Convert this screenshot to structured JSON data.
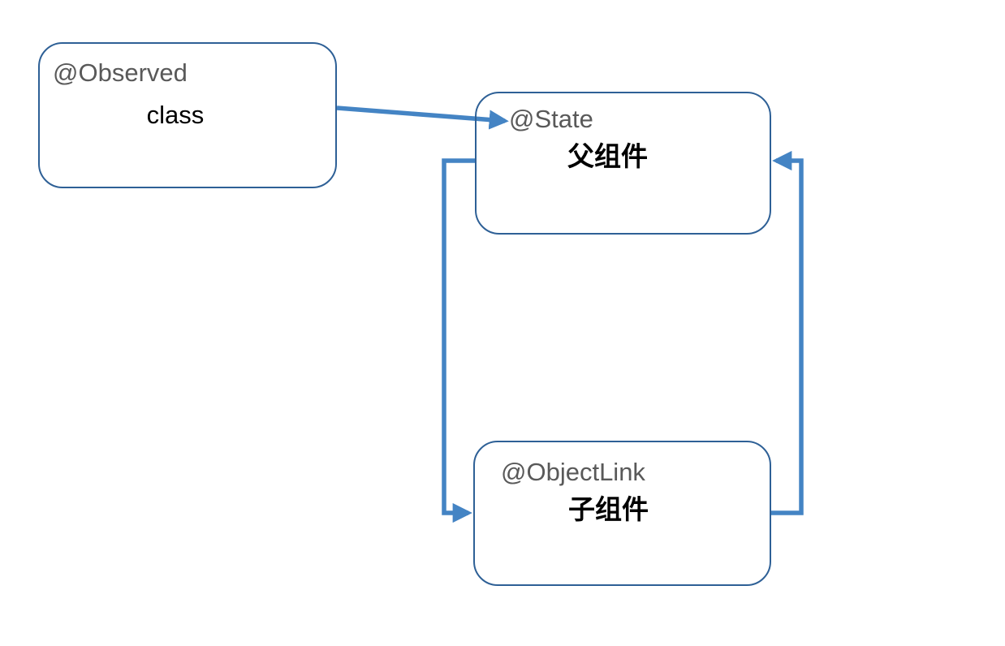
{
  "diagram": {
    "nodes": {
      "observed": {
        "annotation": "@Observed",
        "label": "class"
      },
      "state": {
        "annotation": "@State",
        "label": "父组件"
      },
      "objectlink": {
        "annotation": "@ObjectLink",
        "label": "子组件"
      }
    },
    "edges": [
      {
        "from": "observed",
        "to": "state",
        "style": "straight-arrow"
      },
      {
        "from": "state",
        "to": "objectlink",
        "style": "elbow-arrow-left-side"
      },
      {
        "from": "objectlink",
        "to": "state",
        "style": "elbow-arrow-right-side"
      }
    ],
    "colors": {
      "background": "#ffffff",
      "box_border": "#2e6096",
      "connector": "#4484c4",
      "annotation_text": "#595959",
      "label_text": "#000000"
    }
  }
}
